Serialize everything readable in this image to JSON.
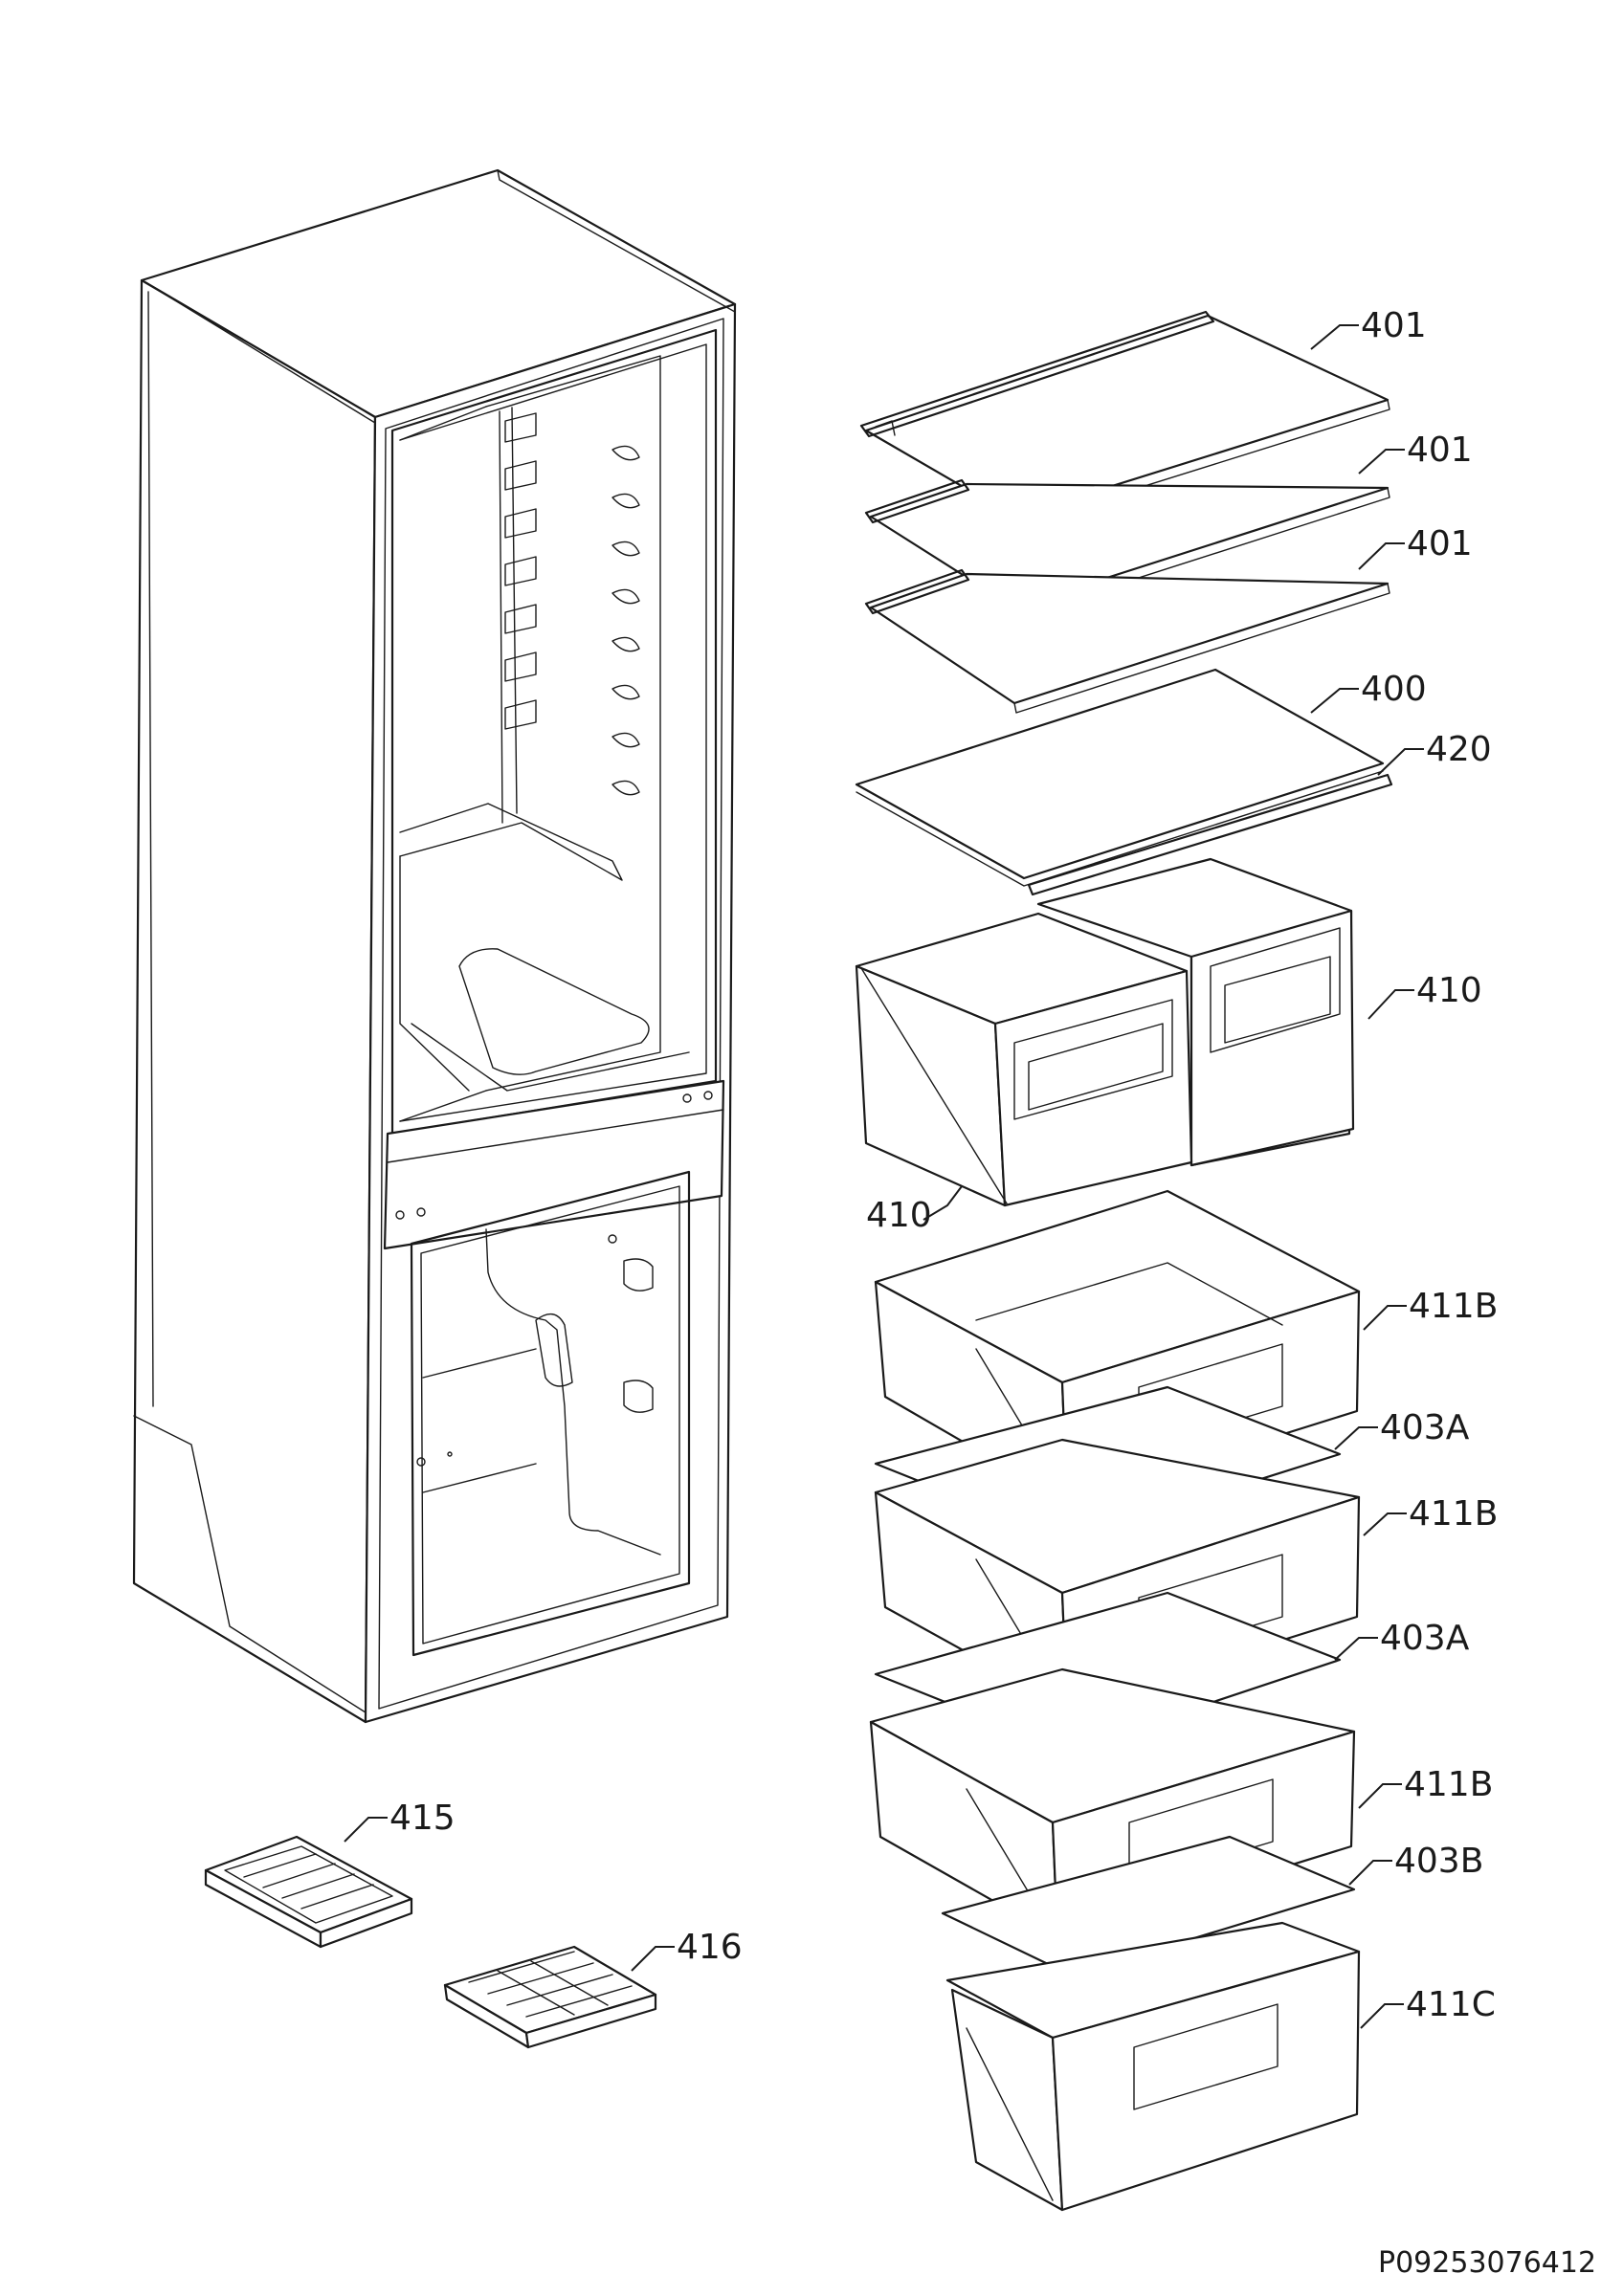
{
  "diagram": {
    "drawing_code": "P09253076412",
    "labels": {
      "shelf_top": "401",
      "shelf_second": "401",
      "shelf_third": "401",
      "shelf_glass": "400",
      "trim_strip": "420",
      "drawer_upper_right": "410",
      "drawer_upper_left": "410",
      "freezer_drawer_1": "411B",
      "freezer_divider_1": "403A",
      "freezer_drawer_2": "411B",
      "freezer_divider_2": "403A",
      "freezer_drawer_3": "411B",
      "freezer_divider_3": "403B",
      "freezer_drawer_bottom": "411C",
      "ice_tray_rack": "415",
      "ice_cube_tray": "416"
    }
  }
}
